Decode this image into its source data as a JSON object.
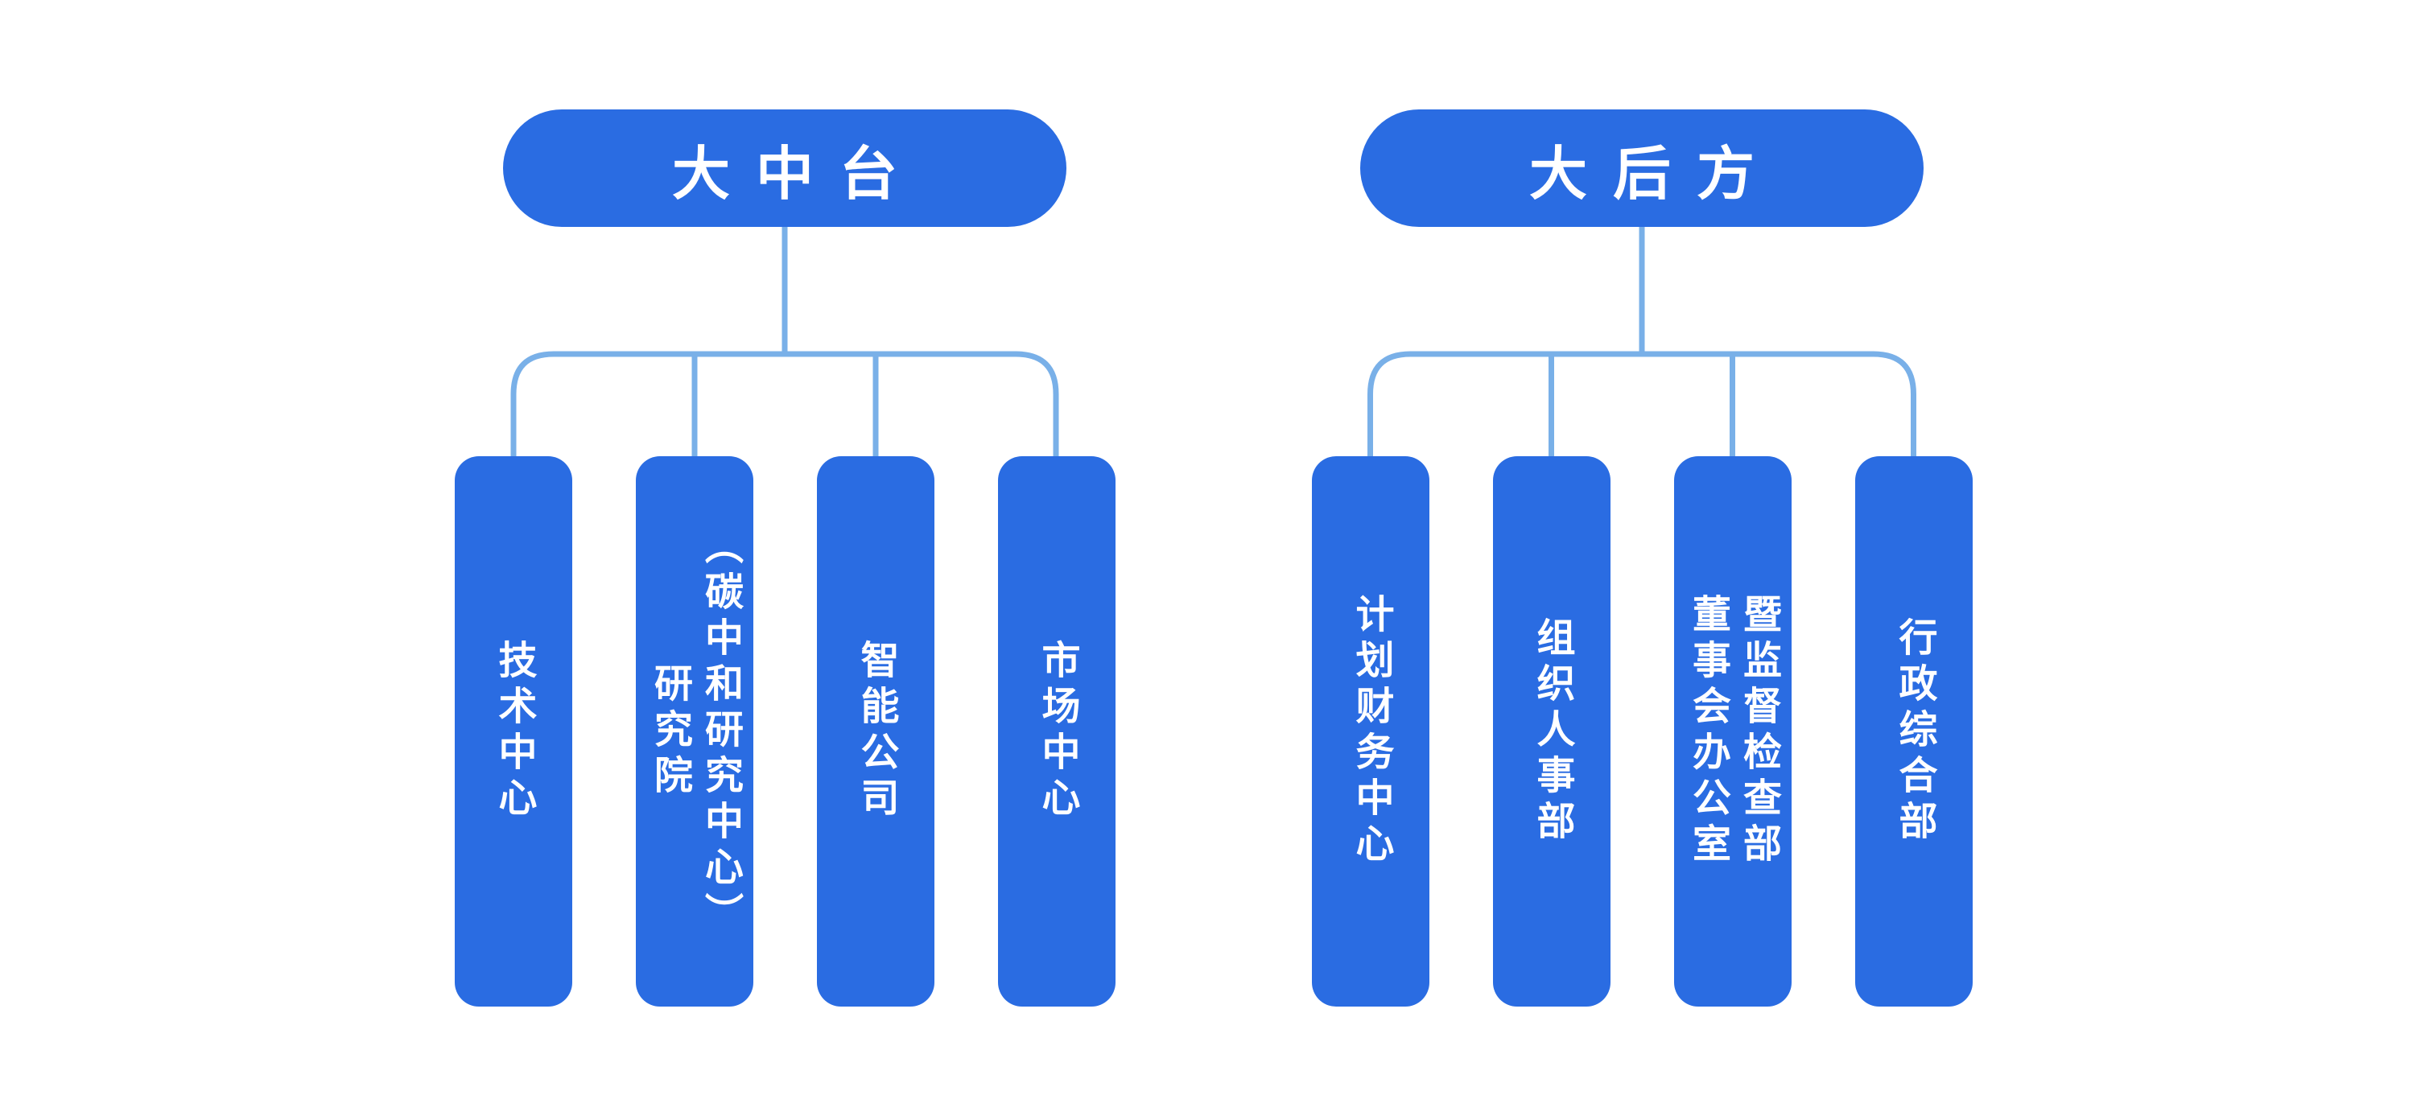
{
  "diagram": {
    "type": "org-chart",
    "background": "#FFFFFF",
    "node_color": "#2A6CE2",
    "connector_color": "#79B0E8",
    "text_color": "#FFFFFF",
    "groups": [
      {
        "title": "大中台",
        "children": [
          {
            "label": "技术中心"
          },
          {
            "label": "研究院\n（碳中和研究中心）"
          },
          {
            "label": "智能公司"
          },
          {
            "label": "市场中心"
          }
        ]
      },
      {
        "title": "大后方",
        "children": [
          {
            "label": "计划财务中心"
          },
          {
            "label": "组织人事部"
          },
          {
            "label": "董事会办公室\n暨监督检查部"
          },
          {
            "label": "行政综合部"
          }
        ]
      }
    ]
  }
}
